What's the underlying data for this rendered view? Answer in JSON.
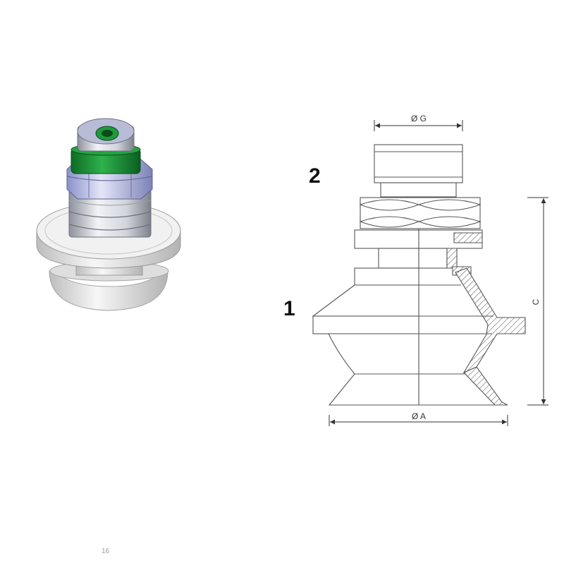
{
  "callouts": {
    "fitting": "2",
    "cup": "1"
  },
  "dimensions": {
    "g": "Ø G",
    "a": "Ø A",
    "c": "C"
  },
  "page_number": "16",
  "colors": {
    "seal_green": "#1e9a3a",
    "metal": "#c9cbd6",
    "rubber": "#e6e6e6",
    "line": "#555555"
  }
}
